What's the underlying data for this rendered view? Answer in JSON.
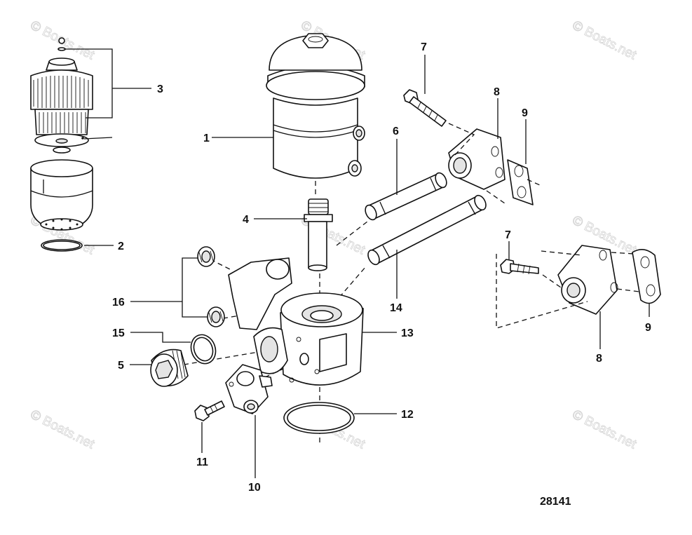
{
  "drawing_number": "28141",
  "watermark": "© Boats.net",
  "callouts": [
    "1",
    "2",
    "3",
    "4",
    "5",
    "6",
    "7",
    "7",
    "8",
    "8",
    "9",
    "9",
    "10",
    "11",
    "12",
    "13",
    "14",
    "15",
    "16"
  ]
}
